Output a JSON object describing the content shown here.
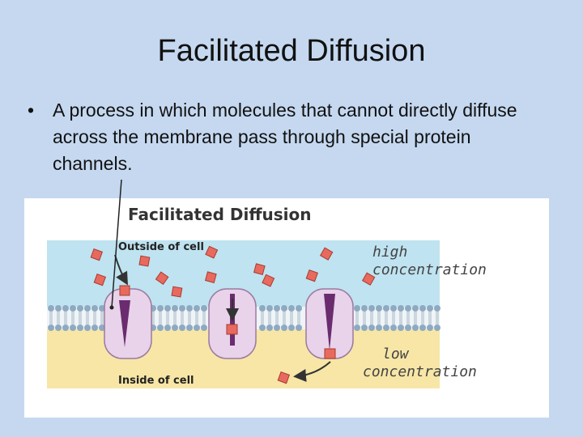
{
  "slide": {
    "title": "Facilitated Diffusion",
    "bullet": "A process in which molecules that cannot directly diffuse across the membrane pass through special protein channels."
  },
  "figure": {
    "title": "Facilitated Diffusion",
    "outside_label": "Outside of cell",
    "inside_label": "Inside of cell",
    "high_label_line1": "high",
    "high_label_line2": "concentration",
    "low_label_line1": "low",
    "low_label_line2": "concentration",
    "colors": {
      "slide_background": "#c5d8f0",
      "outside_region": "#bfe3f0",
      "inside_region": "#f7e6a6",
      "protein_channel": "#e8d3ea",
      "channel_core": "#6a2c6e",
      "molecule": "#e86a5e"
    }
  }
}
